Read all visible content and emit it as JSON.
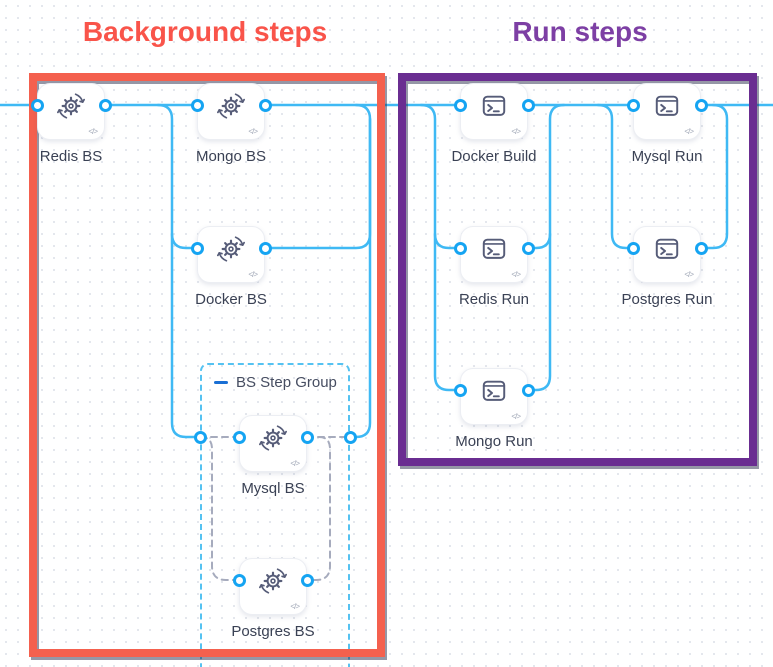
{
  "titles": {
    "background": "Background steps",
    "run": "Run steps"
  },
  "step_group": {
    "label": "BS Step Group"
  },
  "nodes": {
    "redis_bs": {
      "label": "Redis BS",
      "type": "background-service"
    },
    "mongo_bs": {
      "label": "Mongo BS",
      "type": "background-service"
    },
    "docker_bs": {
      "label": "Docker BS",
      "type": "background-service"
    },
    "mysql_bs": {
      "label": "Mysql BS",
      "type": "background-service"
    },
    "postgres_bs": {
      "label": "Postgres BS",
      "type": "background-service"
    },
    "docker_build": {
      "label": "Docker Build",
      "type": "run"
    },
    "mysql_run": {
      "label": "Mysql Run",
      "type": "run"
    },
    "redis_run": {
      "label": "Redis Run",
      "type": "run"
    },
    "postgres_run": {
      "label": "Postgres Run",
      "type": "run"
    },
    "mongo_run": {
      "label": "Mongo Run",
      "type": "run"
    }
  },
  "icons": {
    "code_badge": "</>",
    "background_service_icon": "gear-with-sync-arrows",
    "run_icon": "terminal-window"
  },
  "colors": {
    "background_box_border": "#f4604e",
    "background_title": "#f9544a",
    "run_box_border": "#6a2d91",
    "run_title": "#7d3fa4",
    "edge_blue": "#3fb9f4",
    "port_ring": "#15a4f2",
    "group_dashed_border": "#55c2f1",
    "group_dash_icon": "#1a6fd4",
    "dashed_edge_gray": "#a6abbd",
    "node_icon": "#565c78",
    "node_label_text": "#3a4154"
  }
}
